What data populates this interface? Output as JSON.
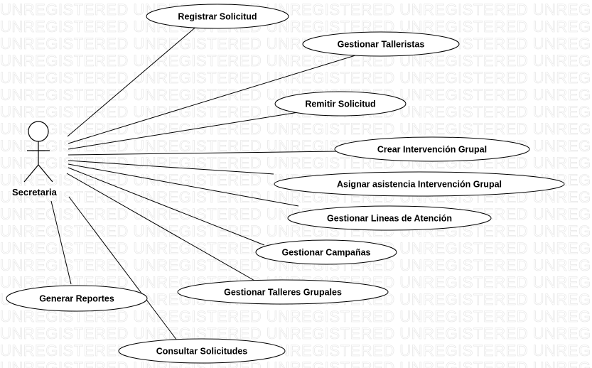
{
  "watermark": {
    "text": "UNREGISTERED UNREGISTERED UNREGISTERED UNREGISTERED UNREGISTERED"
  },
  "actor": {
    "label": "Secretaria"
  },
  "use_cases": [
    "Registrar Solicitud",
    "Gestionar Talleristas",
    "Remitir Solicitud",
    "Crear Intervención Grupal",
    "Asignar asistencia Intervención Grupal",
    "Gestionar Lineas de Atención",
    "Gestionar Campañas",
    "Gestionar Talleres Grupales",
    "Generar Reportes",
    "Consultar Solicitudes"
  ]
}
